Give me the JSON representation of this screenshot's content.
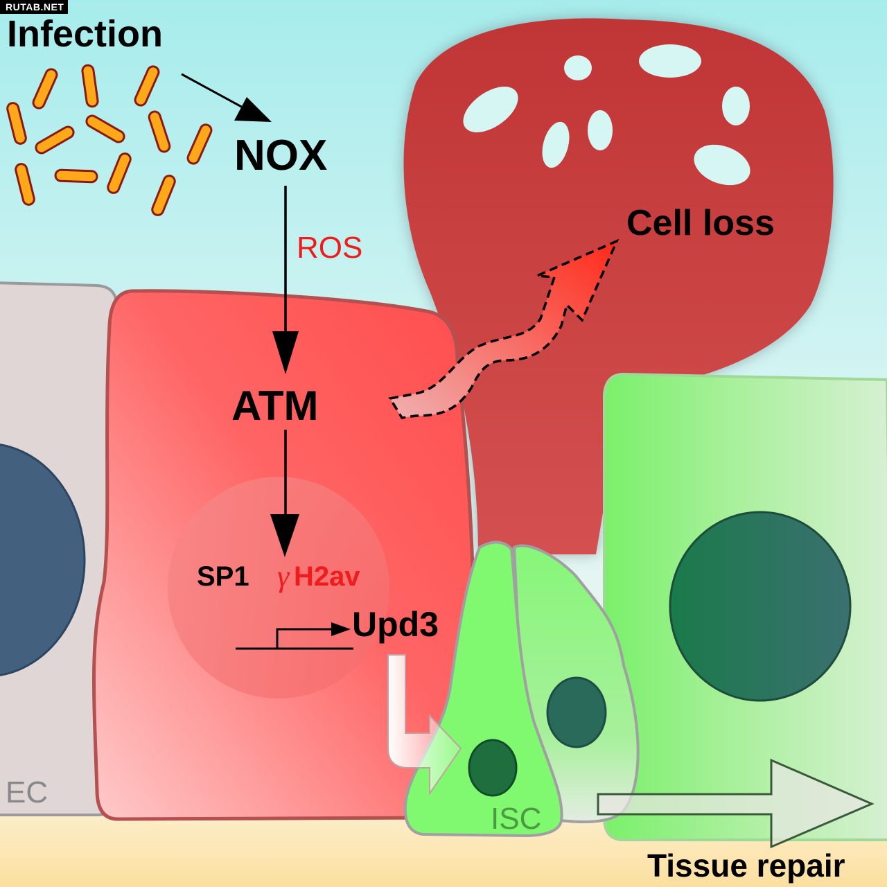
{
  "watermark": "RUTAB.NET",
  "labels": {
    "infection": "Infection",
    "nox": "NOX",
    "ros": "ROS",
    "atm": "ATM",
    "sp1": "SP1",
    "gamma": "γ",
    "h2av": "H2av",
    "upd3": "Upd3",
    "cell_loss": "Cell loss",
    "ec": "EC",
    "isc": "ISC",
    "tissue_repair": "Tissue repair"
  },
  "colors": {
    "sky": "#bff0ee",
    "lumen_floor": "#fbe3b0",
    "dying_cell": "#b42828",
    "damaged_cell": "#ff5a5a",
    "ec_cell": "#e0d6d6",
    "ec_nucleus": "#43617e",
    "isc_green": "#80f870",
    "nucleus_green": "#1f6e4a",
    "bacteria": "#ffa81a",
    "ros_text": "#ee1c1c"
  },
  "icons": [
    "bacteria-icon",
    "arrow-icon",
    "dashed-arrow-icon",
    "promoter-arrow-icon",
    "block-arrow-icon"
  ]
}
